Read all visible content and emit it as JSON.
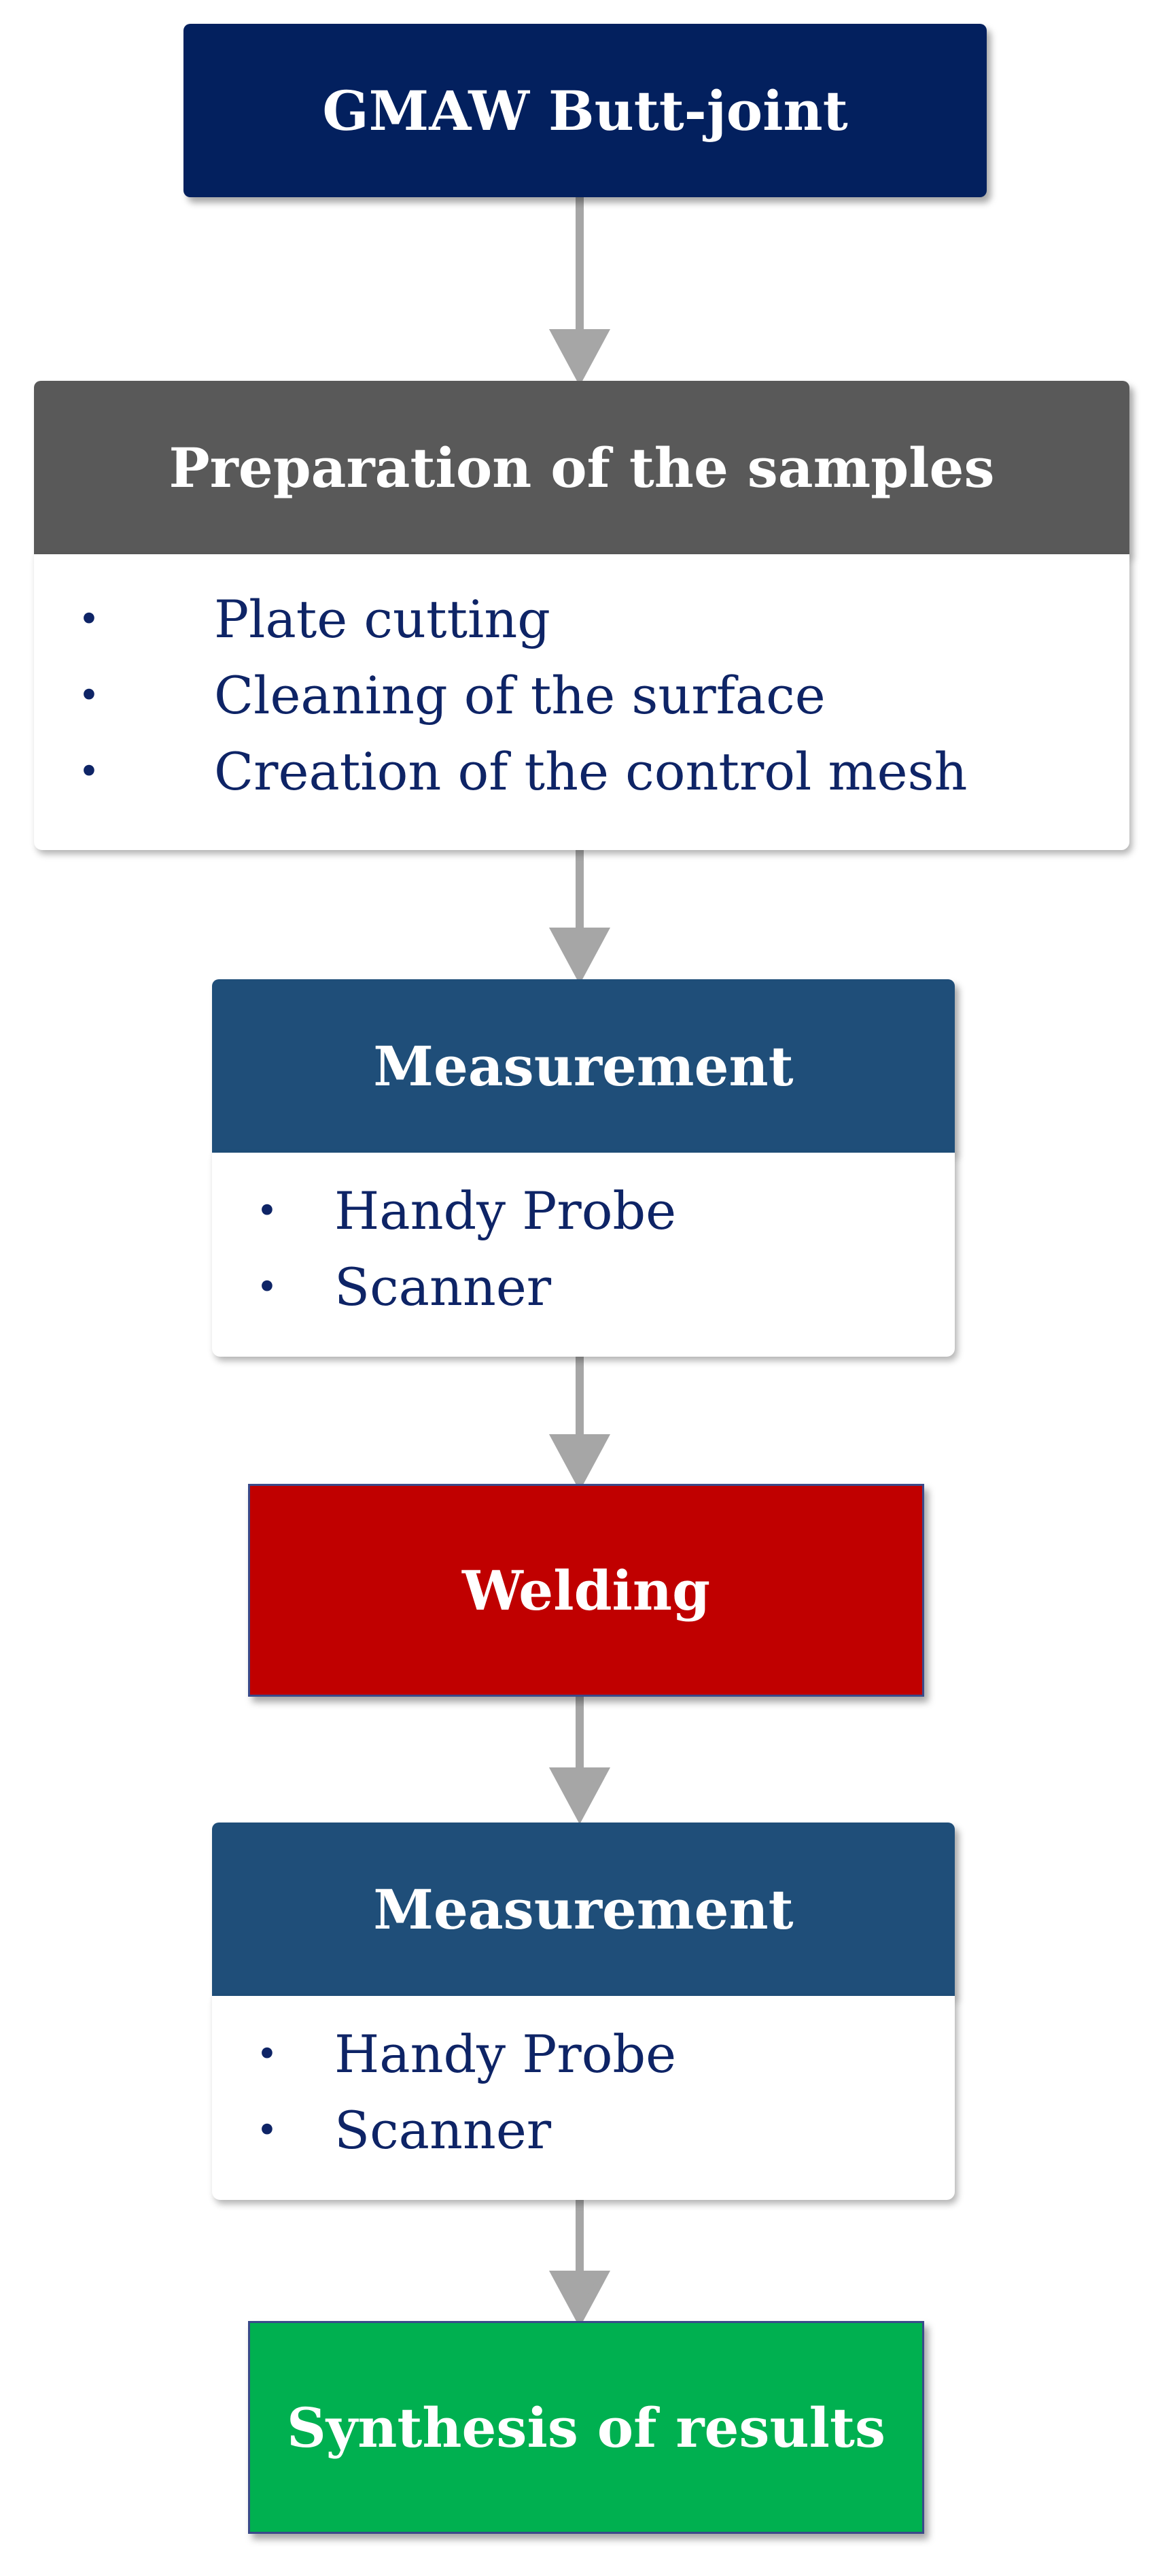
{
  "steps": {
    "start": {
      "title": "GMAW Butt-joint",
      "color": "#03205e"
    },
    "preparation": {
      "title": "Preparation of the samples",
      "color": "#595959",
      "items": [
        "Plate cutting",
        "Cleaning of the surface",
        "Creation of the control mesh"
      ]
    },
    "measurement_before": {
      "title": "Measurement",
      "color": "#1f4e79",
      "items": [
        "Handy Probe",
        "Scanner"
      ]
    },
    "welding": {
      "title": "Welding",
      "color": "#c00000"
    },
    "measurement_after": {
      "title": "Measurement",
      "color": "#1f4e79",
      "items": [
        "Handy Probe",
        "Scanner"
      ]
    },
    "synthesis": {
      "title": "Synthesis of results",
      "color": "#00b050"
    }
  },
  "bullet_glyph": "•",
  "arrow_color": "#a6a6a6"
}
